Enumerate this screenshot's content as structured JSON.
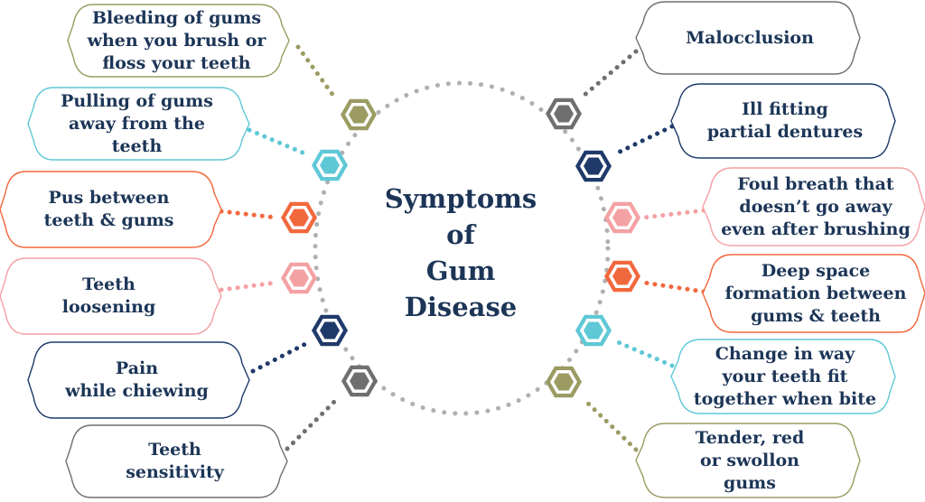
{
  "title": "Symptoms\nof\nGum\nDisease",
  "colors": {
    "olive": "#9b9b62",
    "cyan": "#5ec8d6",
    "orange": "#f2683d",
    "pink": "#f4a1a4",
    "navy": "#1f3a6a",
    "gray": "#6f6f6f",
    "text": "#1c3557"
  },
  "symptoms": {
    "left": [
      {
        "text": "Bleeding of gums\nwhen you brush or\nfloss your teeth",
        "color": "olive"
      },
      {
        "text": "Pulling of gums\naway from the\nteeth",
        "color": "cyan"
      },
      {
        "text": "Pus between\nteeth & gums",
        "color": "orange"
      },
      {
        "text": "Teeth\nloosening",
        "color": "pink"
      },
      {
        "text": "Pain\nwhile chiewing",
        "color": "navy"
      },
      {
        "text": "Teeth\nsensitivity",
        "color": "gray"
      }
    ],
    "right": [
      {
        "text": "Malocclusion",
        "color": "gray"
      },
      {
        "text": "Ill fitting\npartial dentures",
        "color": "navy"
      },
      {
        "text": "Foul breath that\ndoesn’t go away\neven after brushing",
        "color": "pink"
      },
      {
        "text": "Deep space\nformation between\ngums & teeth",
        "color": "orange"
      },
      {
        "text": "Change in way\nyour teeth fit\ntogether when bite",
        "color": "cyan"
      },
      {
        "text": "Tender, red\nor swollon\ngums",
        "color": "olive"
      }
    ]
  }
}
